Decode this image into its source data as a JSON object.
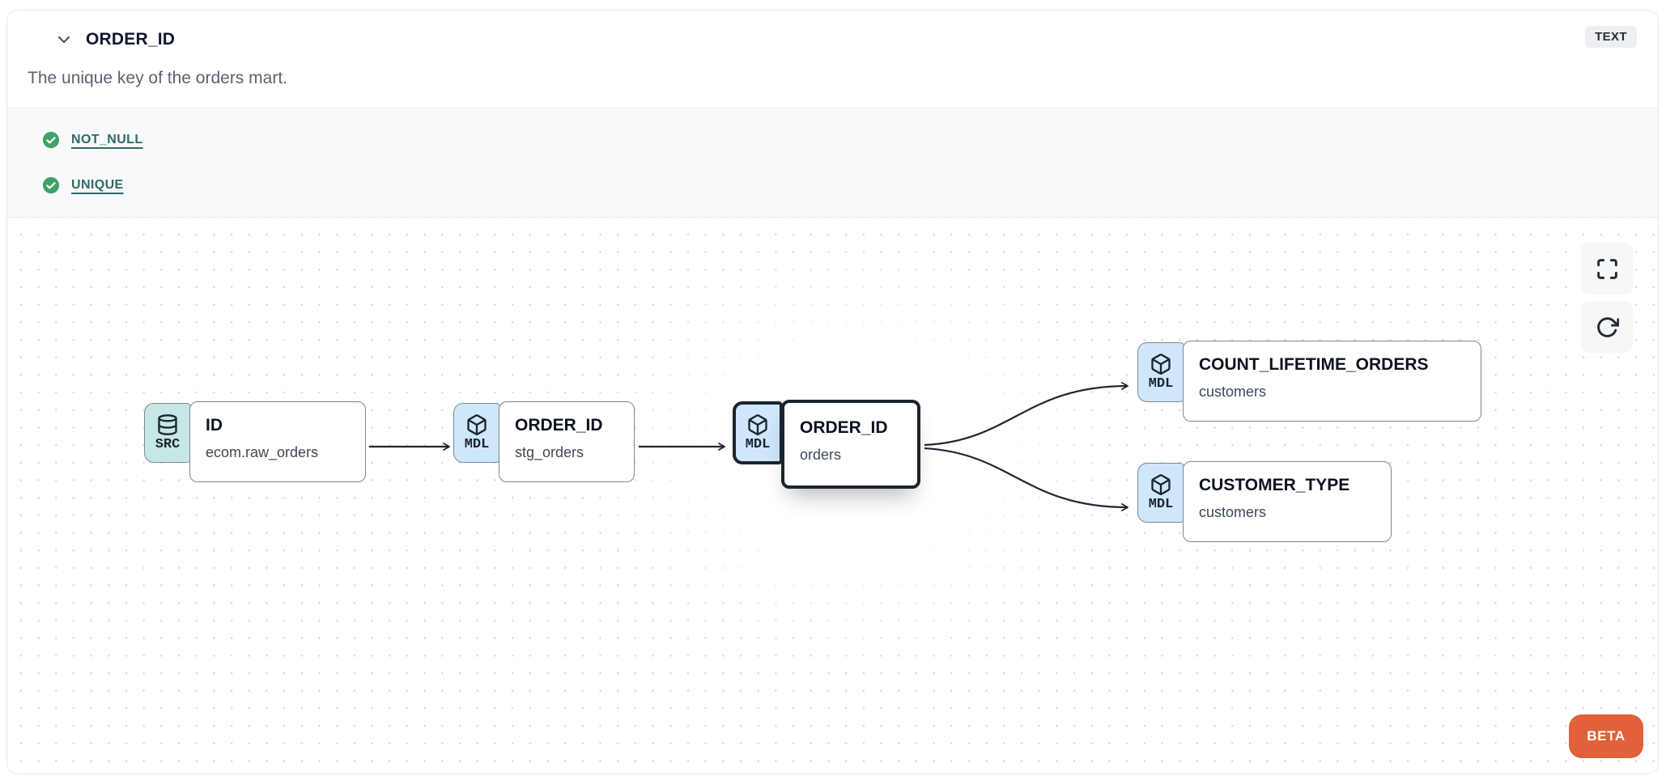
{
  "panel": {
    "header": {
      "title": "ORDER_ID",
      "type_badge": "TEXT",
      "description": "The unique key of the orders mart."
    },
    "tests": {
      "items": [
        {
          "label": "NOT_NULL",
          "status": "pass",
          "icon": "check-circle-icon"
        },
        {
          "label": "UNIQUE",
          "status": "pass",
          "icon": "check-circle-icon"
        }
      ]
    },
    "lineage": {
      "nodes": [
        {
          "kind": "SRC",
          "icon": "database-icon",
          "title": "ID",
          "subtitle": "ecom.raw_orders",
          "selected": false
        },
        {
          "kind": "MDL",
          "icon": "cube-icon",
          "title": "ORDER_ID",
          "subtitle": "stg_orders",
          "selected": false
        },
        {
          "kind": "MDL",
          "icon": "cube-icon",
          "title": "ORDER_ID",
          "subtitle": "orders",
          "selected": true
        },
        {
          "kind": "MDL",
          "icon": "cube-icon",
          "title": "COUNT_LIFETIME_ORDERS",
          "subtitle": "customers",
          "selected": false
        },
        {
          "kind": "MDL",
          "icon": "cube-icon",
          "title": "CUSTOMER_TYPE",
          "subtitle": "customers",
          "selected": false
        }
      ],
      "controls": [
        {
          "icon": "fullscreen-icon"
        },
        {
          "icon": "refresh-icon"
        }
      ],
      "beta_label": "BETA"
    },
    "colors": {
      "accent_orange": "#e2603a",
      "check_green": "#41a169",
      "test_link_teal": "#2e6b66",
      "src_badge_bg": "#c6e7e3",
      "mdl_badge_bg": "#cfe7fa",
      "selected_border": "#1b2430"
    }
  }
}
